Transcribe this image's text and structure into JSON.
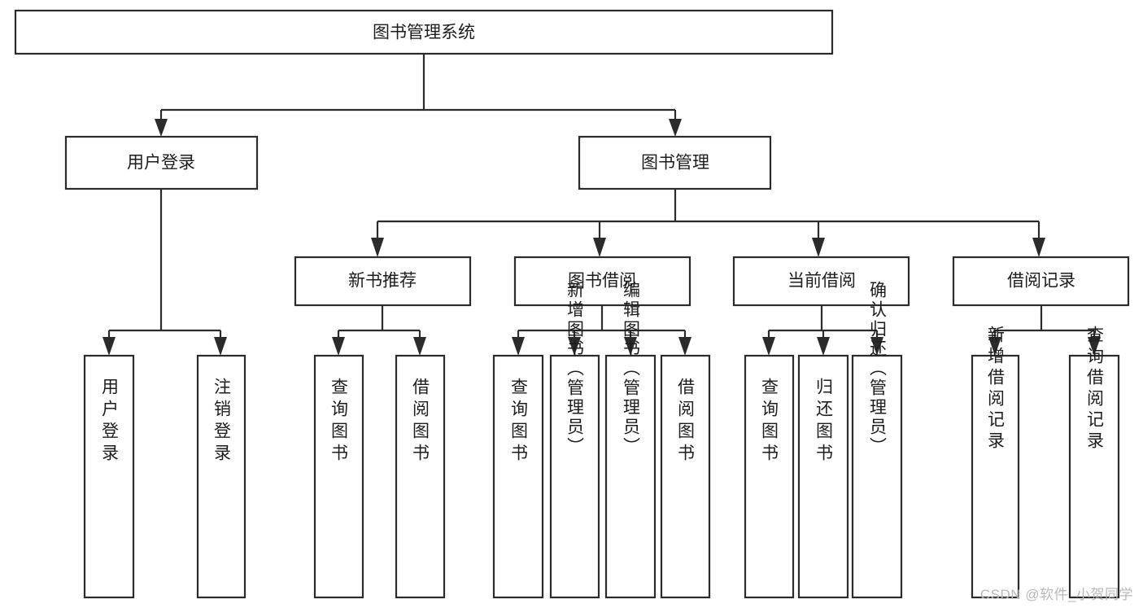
{
  "diagram": {
    "type": "tree-hierarchy",
    "title": "图书管理系统",
    "watermark": "CSDN @软件_小贺同学",
    "orientation": "top-down",
    "levels": 4,
    "nodes": {
      "root": {
        "label": "图书管理系统",
        "level": 0,
        "orientation": "horizontal"
      },
      "l1_0": {
        "label": "用户登录",
        "level": 1,
        "orientation": "horizontal"
      },
      "l1_1": {
        "label": "图书管理",
        "level": 1,
        "orientation": "horizontal"
      },
      "l2_0": {
        "label": "新书推荐",
        "level": 2,
        "orientation": "horizontal"
      },
      "l2_1": {
        "label": "图书借阅",
        "level": 2,
        "orientation": "horizontal"
      },
      "l2_2": {
        "label": "当前借阅",
        "level": 2,
        "orientation": "horizontal"
      },
      "l2_3": {
        "label": "借阅记录",
        "level": 2,
        "orientation": "horizontal"
      },
      "leaf_0": {
        "label": "用户登录",
        "level": 3,
        "orientation": "vertical",
        "parent": "用户登录"
      },
      "leaf_1": {
        "label": "注销登录",
        "level": 3,
        "orientation": "vertical",
        "parent": "用户登录"
      },
      "leaf_2": {
        "label": "查询图书",
        "level": 3,
        "orientation": "vertical",
        "parent": "新书推荐"
      },
      "leaf_3": {
        "label": "借阅图书",
        "level": 3,
        "orientation": "vertical",
        "parent": "新书推荐"
      },
      "leaf_4": {
        "label": "查询图书",
        "level": 3,
        "orientation": "vertical",
        "parent": "图书借阅"
      },
      "leaf_5": {
        "label": "新增图书（管理员）",
        "level": 3,
        "orientation": "vertical",
        "parent": "图书借阅"
      },
      "leaf_6": {
        "label": "编辑图书（管理员）",
        "level": 3,
        "orientation": "vertical",
        "parent": "图书借阅"
      },
      "leaf_7": {
        "label": "借阅图书",
        "level": 3,
        "orientation": "vertical",
        "parent": "图书借阅"
      },
      "leaf_8": {
        "label": "查询图书",
        "level": 3,
        "orientation": "vertical",
        "parent": "当前借阅"
      },
      "leaf_9": {
        "label": "归还图书",
        "level": 3,
        "orientation": "vertical",
        "parent": "当前借阅"
      },
      "leaf_10": {
        "label": "确认归还（管理员）",
        "level": 3,
        "orientation": "vertical",
        "parent": "当前借阅"
      },
      "leaf_11": {
        "label": "新增借阅记录",
        "level": 3,
        "orientation": "vertical",
        "parent": "借阅记录"
      },
      "leaf_12": {
        "label": "查询借阅记录",
        "level": 3,
        "orientation": "vertical",
        "parent": "借阅记录"
      }
    },
    "edges": [
      {
        "from": "图书管理系统",
        "to": "用户登录"
      },
      {
        "from": "图书管理系统",
        "to": "图书管理"
      },
      {
        "from": "图书管理",
        "to": "新书推荐"
      },
      {
        "from": "图书管理",
        "to": "图书借阅"
      },
      {
        "from": "图书管理",
        "to": "当前借阅"
      },
      {
        "from": "图书管理",
        "to": "借阅记录"
      },
      {
        "from": "用户登录",
        "to": "用户登录"
      },
      {
        "from": "用户登录",
        "to": "注销登录"
      },
      {
        "from": "新书推荐",
        "to": "查询图书"
      },
      {
        "from": "新书推荐",
        "to": "借阅图书"
      },
      {
        "from": "图书借阅",
        "to": "查询图书"
      },
      {
        "from": "图书借阅",
        "to": "新增图书（管理员）"
      },
      {
        "from": "图书借阅",
        "to": "编辑图书（管理员）"
      },
      {
        "from": "图书借阅",
        "to": "借阅图书"
      },
      {
        "from": "当前借阅",
        "to": "查询图书"
      },
      {
        "from": "当前借阅",
        "to": "归还图书"
      },
      {
        "from": "当前借阅",
        "to": "确认归还（管理员）"
      },
      {
        "from": "借阅记录",
        "to": "新增借阅记录"
      },
      {
        "from": "借阅记录",
        "to": "查询借阅记录"
      }
    ],
    "colors": {
      "stroke": "#2b2b2b",
      "fill": "#ffffff",
      "text": "#1d1d1d",
      "watermark": "#b9b9b9"
    }
  }
}
